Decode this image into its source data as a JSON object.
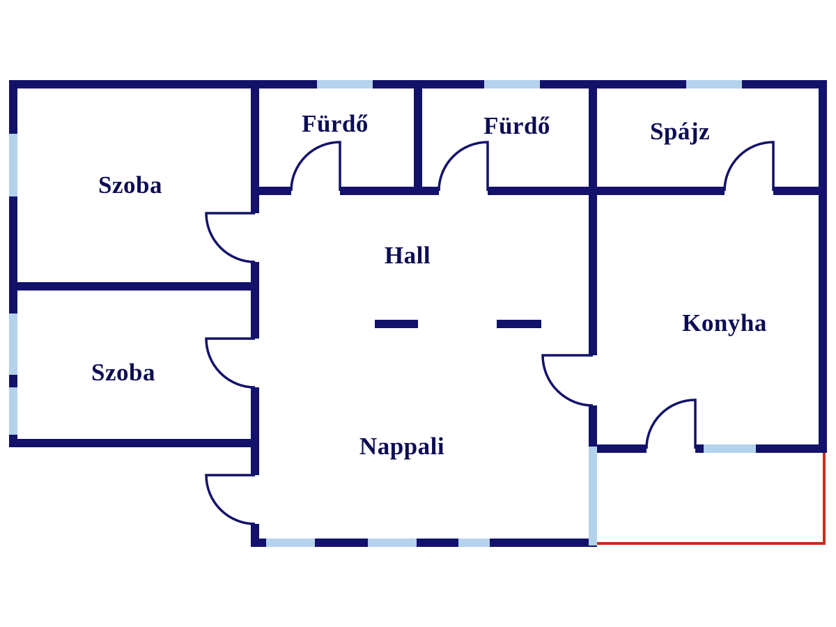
{
  "colors": {
    "wall": "#12126b",
    "window": "#b4d2ec",
    "terrace": "#cc2a1e",
    "label": "#0d0d55",
    "background": "#ffffff"
  },
  "rooms": [
    {
      "id": "szoba-1",
      "label": "Szoba"
    },
    {
      "id": "furdo-1",
      "label": "Fürdő"
    },
    {
      "id": "furdo-2",
      "label": "Fürdő"
    },
    {
      "id": "spajz",
      "label": "Spájz"
    },
    {
      "id": "hall",
      "label": "Hall"
    },
    {
      "id": "konyha",
      "label": "Konyha"
    },
    {
      "id": "szoba-2",
      "label": "Szoba"
    },
    {
      "id": "nappali",
      "label": "Nappali"
    }
  ]
}
